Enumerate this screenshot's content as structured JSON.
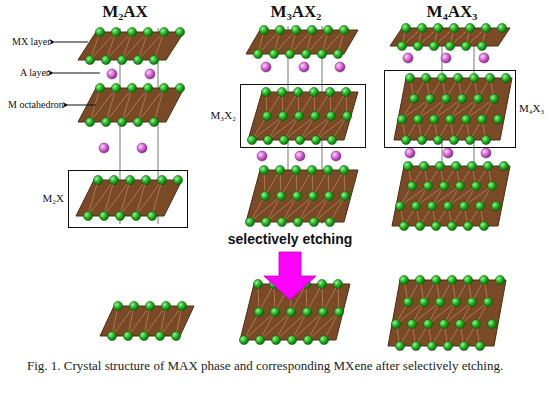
{
  "diagram": {
    "caption": "Fig. 1. Crystal structure of MAX phase and corresponding MXene after selectively etching.",
    "nodes": [
      {
        "text": [
          "M₂X"
        ]
      },
      {
        "text": [
          "M₃X₂"
        ]
      },
      {
        "text": [
          "M₄X₃"
        ]
      }
    ],
    "labels": [
      "M₂AX",
      "M₃AX₂",
      "M₄AX₃",
      "MX layer",
      "A layer",
      "M octahedron",
      "selectively etching"
    ]
  }
}
